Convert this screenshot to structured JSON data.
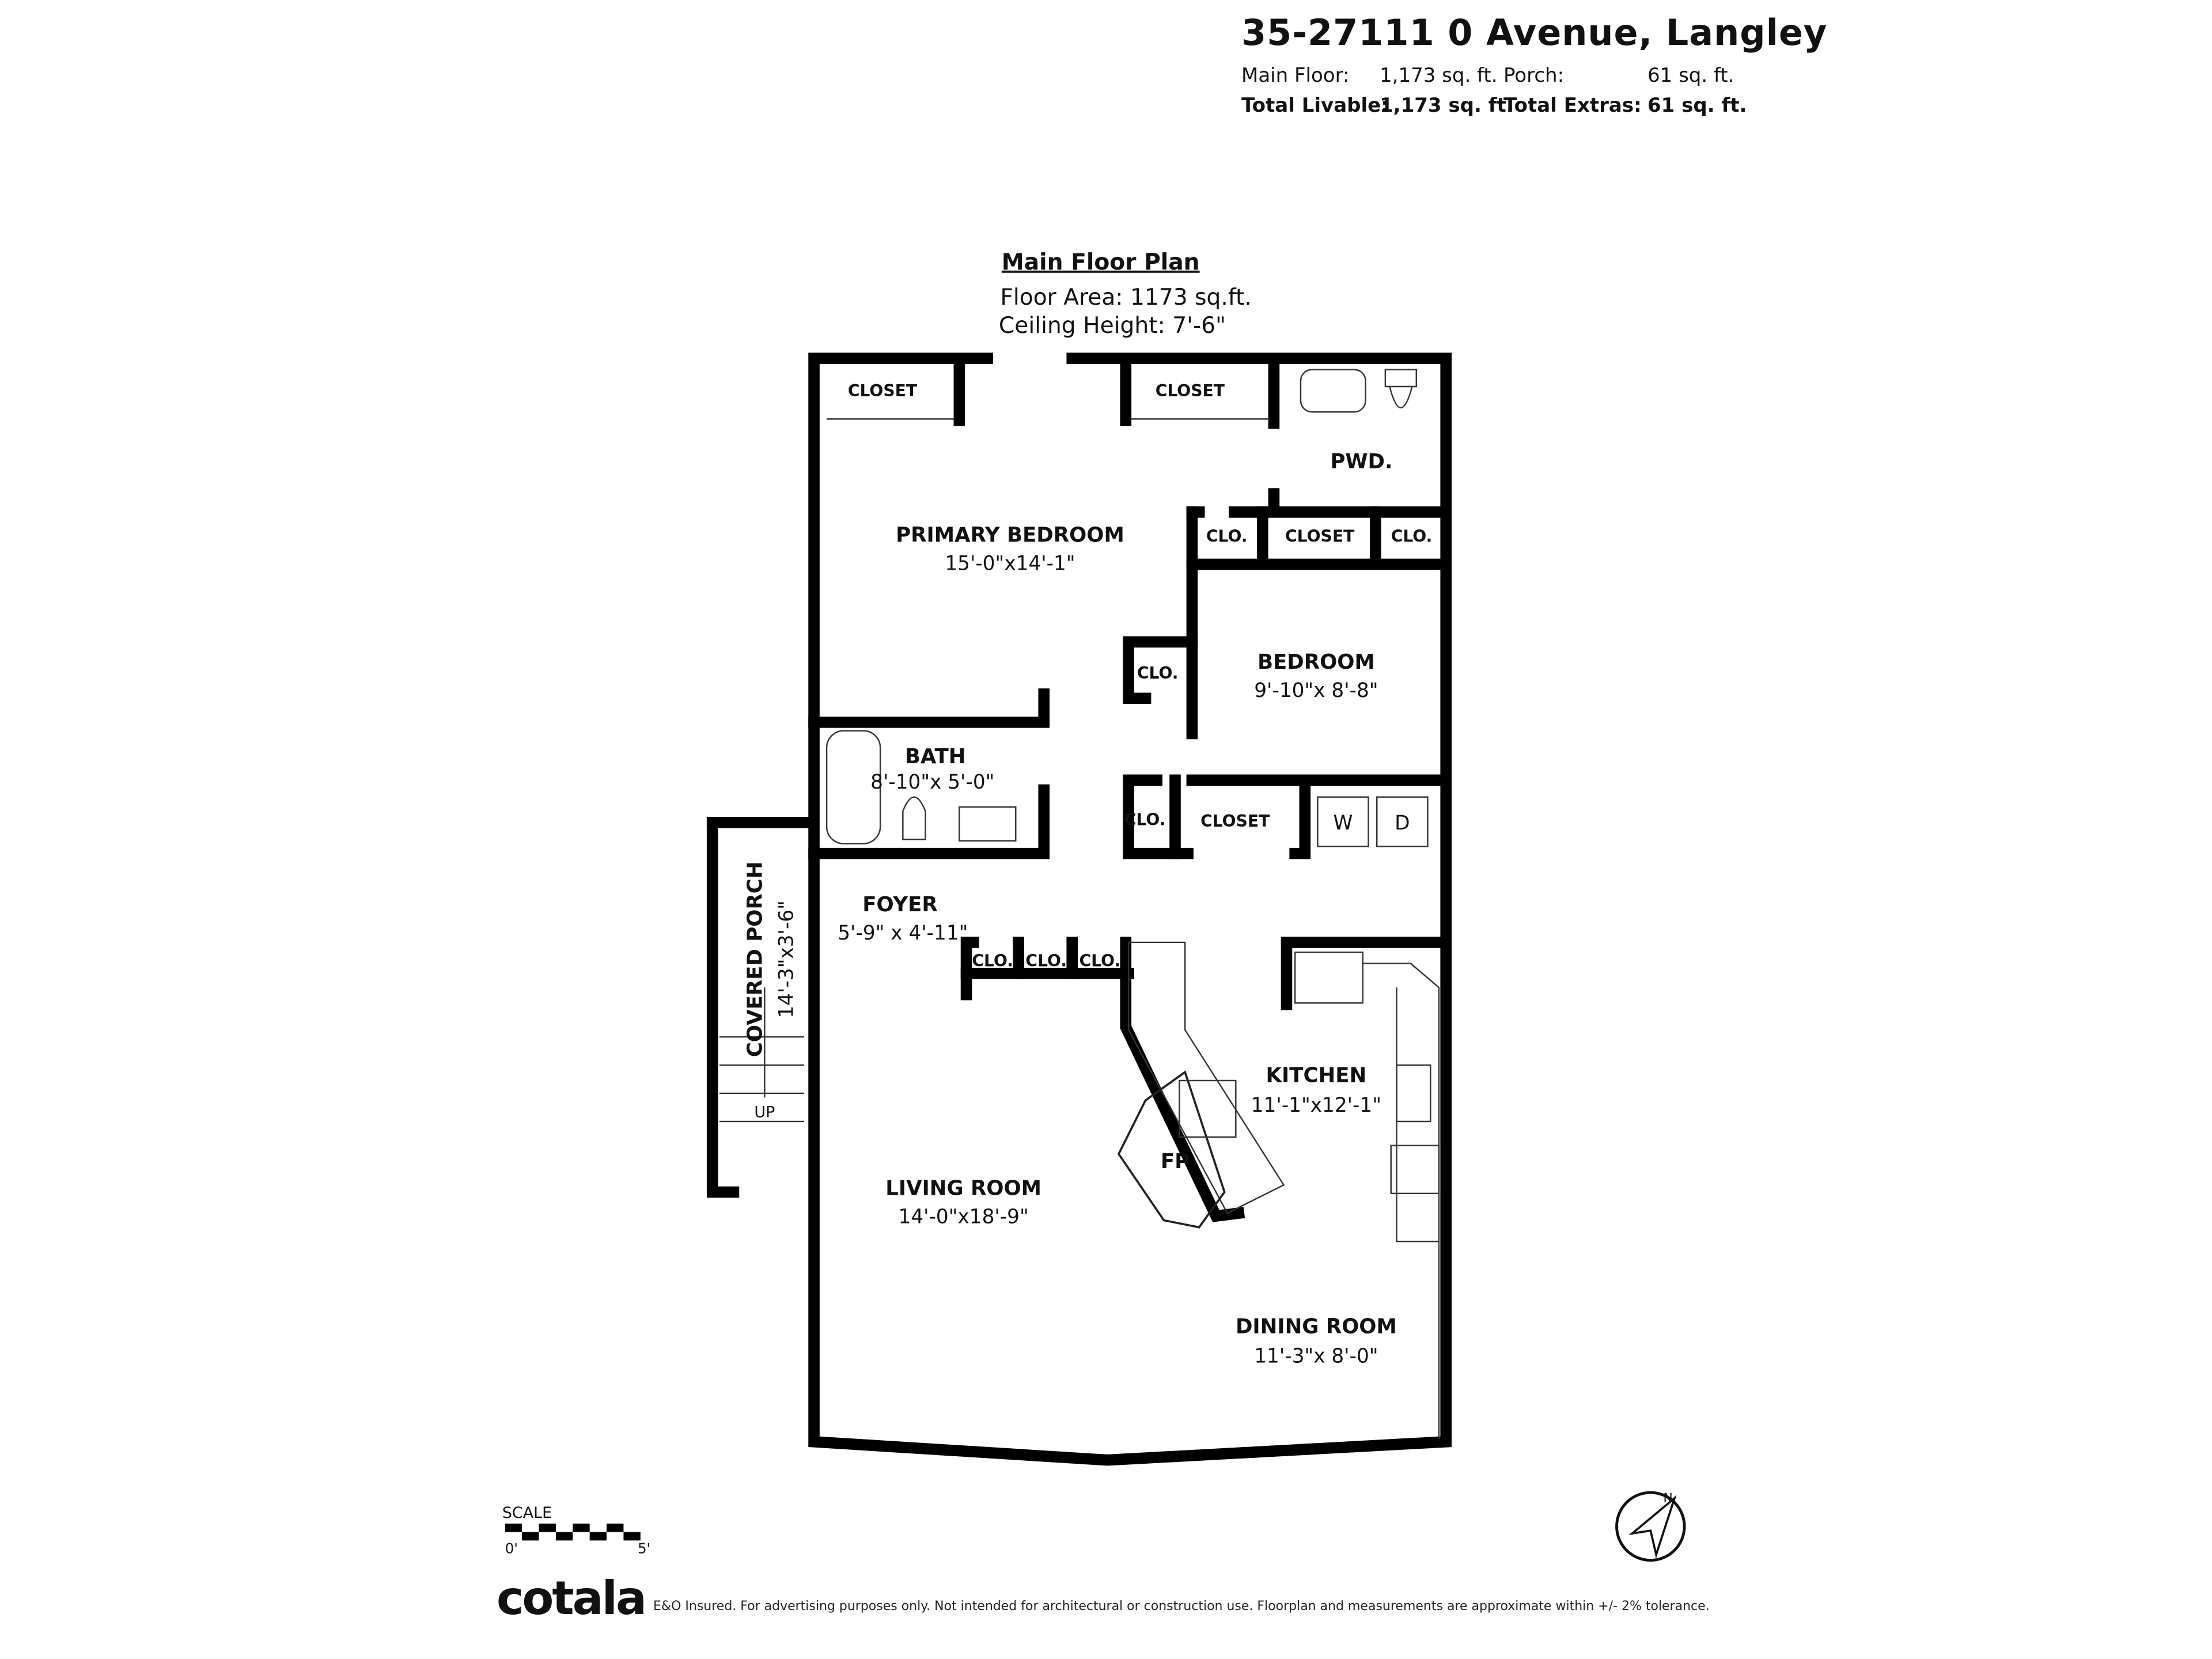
{
  "header": {
    "address": "35-27111 0 Avenue, Langley",
    "main_floor_label": "Main Floor:",
    "main_floor_value": "1,173 sq. ft.",
    "porch_label": "Porch:",
    "porch_value": "61 sq. ft.",
    "total_livable_label": "Total Livable:",
    "total_livable_value": "1,173 sq. ft.",
    "total_extras_label": "Total Extras:",
    "total_extras_value": "61 sq. ft."
  },
  "plan": {
    "title": "Main Floor Plan",
    "floor_area": "Floor Area: 1173 sq.ft.",
    "ceiling_height": "Ceiling Height: 7'-6\"",
    "rooms": {
      "primary_bedroom": {
        "name": "PRIMARY BEDROOM",
        "dims": "15'-0\"x14'-1\""
      },
      "bedroom": {
        "name": "BEDROOM",
        "dims": "9'-10\"x 8'-8\""
      },
      "bath": {
        "name": "BATH",
        "dims": "8'-10\"x 5'-0\""
      },
      "pwd": {
        "name": "PWD."
      },
      "foyer": {
        "name": "FOYER",
        "dims": "5'-9\" x 4'-11\""
      },
      "covered_porch": {
        "name": "COVERED PORCH",
        "dims": "14'-3\"x3'-6\""
      },
      "kitchen": {
        "name": "KITCHEN",
        "dims": "11'-1\"x12'-1\""
      },
      "living_room": {
        "name": "LIVING ROOM",
        "dims": "14'-0\"x18'-9\""
      },
      "dining_room": {
        "name": "DINING ROOM",
        "dims": "11'-3\"x 8'-0\""
      }
    },
    "labels": {
      "closet": "CLOSET",
      "clo": "CLO.",
      "washer": "W",
      "dryer": "D",
      "fireplace": "FP",
      "up": "UP"
    }
  },
  "scale": {
    "label": "SCALE",
    "start": "0'",
    "end": "5'"
  },
  "compass": {
    "north": "N"
  },
  "footer": {
    "logo": "cotala",
    "disclaimer": "E&O Insured. For advertising purposes only. Not intended for architectural or construction use. Floorplan and measurements are approximate within +/- 2% tolerance."
  }
}
